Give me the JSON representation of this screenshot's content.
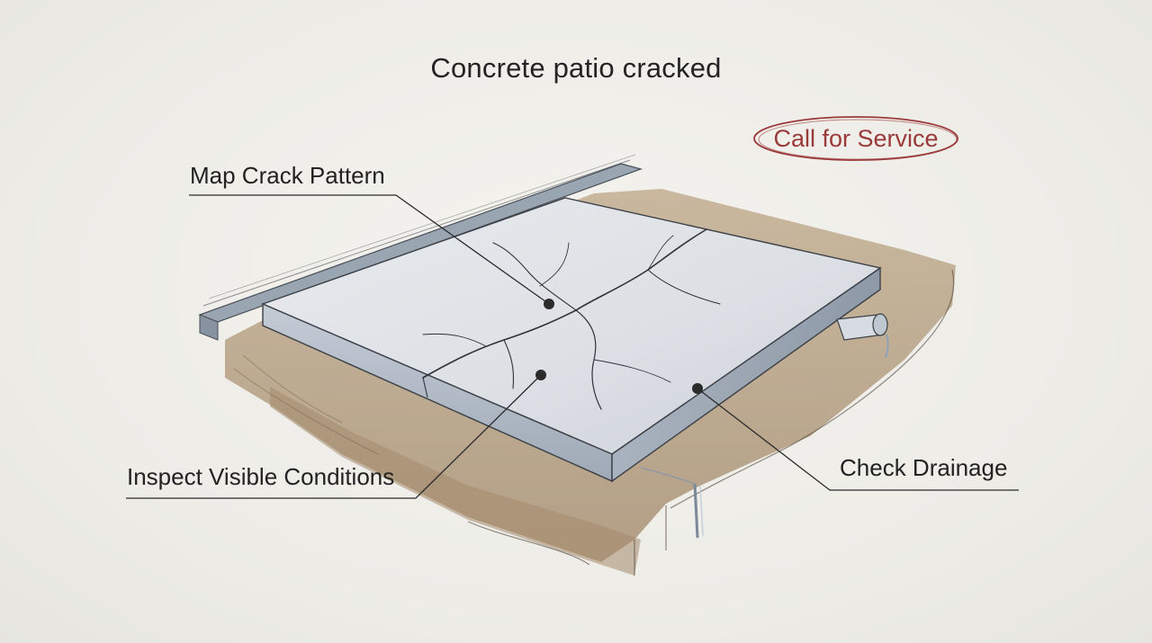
{
  "title": "Concrete patio cracked",
  "cta": {
    "label": "Call for Service"
  },
  "callouts": {
    "map_crack_pattern": "Map Crack Pattern",
    "inspect_visible_conditions": "Inspect Visible Conditions",
    "check_drainage": "Check Drainage"
  },
  "colors": {
    "cta_accent": "#9b3a3a",
    "concrete_top": "#dfe2e6",
    "concrete_edge": "#aeb7c2",
    "soil": "#b6a084",
    "ink": "#2b2b2b"
  }
}
